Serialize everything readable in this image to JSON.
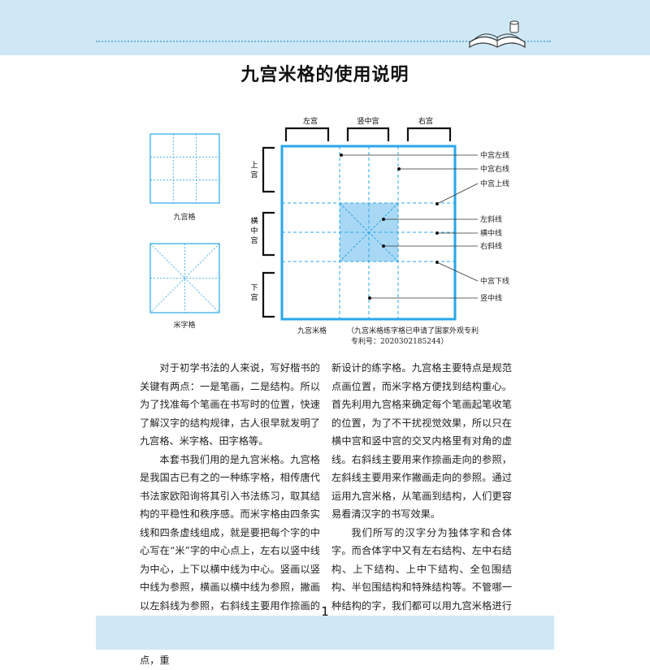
{
  "page_title": "九宫米格的使用说明",
  "figures": {
    "small_grid_caption": "九宫格",
    "mi_grid_caption": "米字格",
    "top_labels": [
      "左宫",
      "竖中宫",
      "右宫"
    ],
    "left_labels": [
      "上宫",
      "横中宫",
      "下宫"
    ],
    "right_labels": [
      "中宫左线",
      "中宫右线",
      "中宫上线",
      "左斜线",
      "横中线",
      "右斜线",
      "中宫下线",
      "竖中线"
    ],
    "main_caption": "九宫米格",
    "patent_note_line1": "（九宫米格练字格已申请了国家外观专利",
    "patent_note_line2": "专利号：2020302185244）"
  },
  "body_left": [
    "对于初学书法的人来说，写好楷书的关键有两点：一是笔画，二是结构。所以为了找准每个笔画在书写时的位置，快速了解汉字的结构规律，古人很早就发明了九宫格、米字格、田字格等。",
    "本套书我们用的是九宫米格。九宫格是我国古已有之的一种练字格，相传唐代书法家欧阳询将其引入书法练习，取其结构的平稳性和秩序感。而米字格由四条实线和四条虚线组成，就是要把每个字的中心写在“米”字的中心点上，左右以竖中线为中心，上下以横中线为中心。竖画以竖中线为参照，横画以横中线为参照，撇画以左斜线为参照，右斜线主要用作捺画的参照。",
    "九宫米格是结合九宫格和米字格的优点，重"
  ],
  "body_right": [
    "新设计的练字格。九宫格主要特点是规范点画位置，而米字格方便找到结构重心。首先利用九宫格来确定每个笔画起笔收笔的位置，为了不干扰视觉效果，所以只在横中宫和竖中宫的交叉内格里有对角的虚线。右斜线主要用来作捺画走向的参照，左斜线主要用来作撇画走向的参照。通过运用九宫米格，从笔画到结构，人们更容易看清汉字的书写效果。",
    "我们所写的汉字分为独体字和合体字。而合体字中又有左右结构、左中右结构、上下结构、上中下结构、全包围结构、半包围结构和特殊结构等。不管哪一种结构的字，我们都可以用九宫米格进行规范练习，最终将汉字写好。"
  ],
  "page_number": "1",
  "colors": {
    "accent": "#2aa7e8",
    "band": "#cfe8f6",
    "fill": "#a9d8f4"
  },
  "icons": [
    "open-book-icon"
  ]
}
